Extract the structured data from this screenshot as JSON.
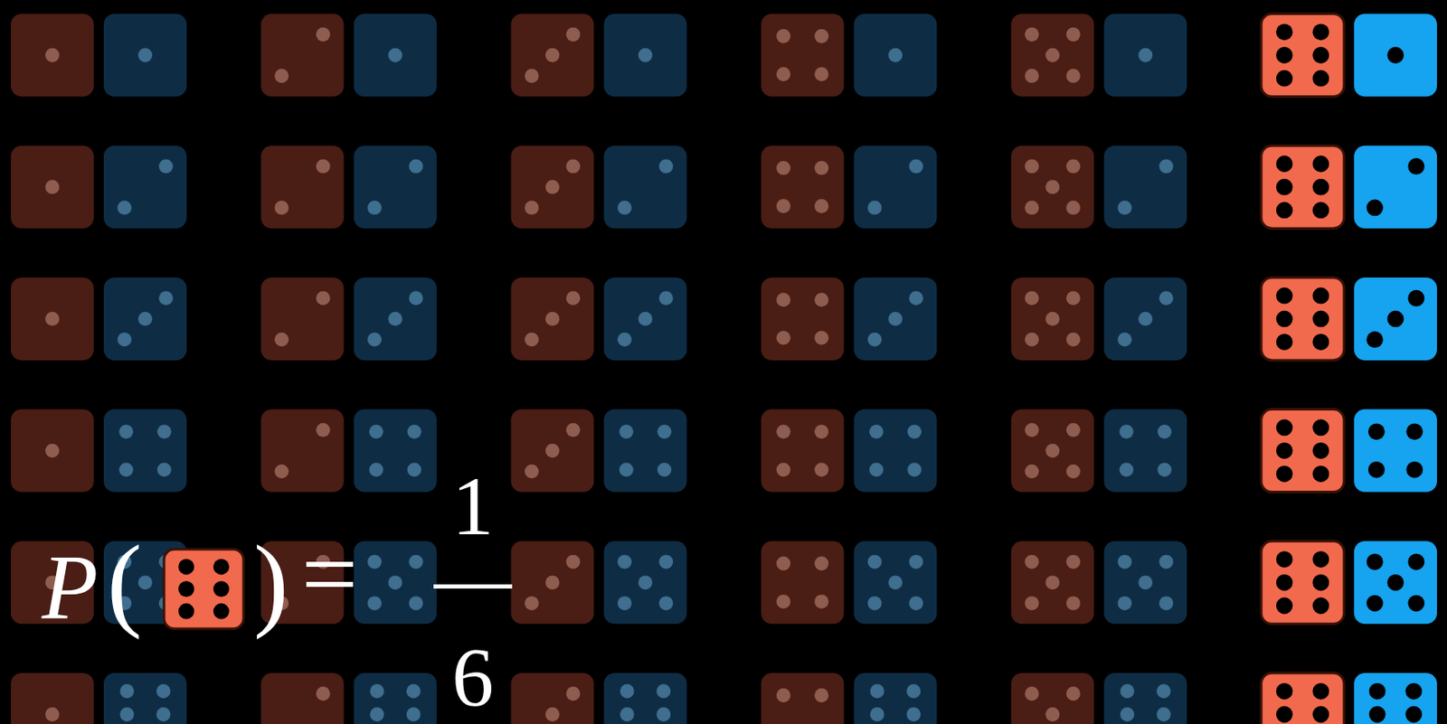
{
  "diagram": {
    "labels": [
      "P",
      "(",
      ")",
      "=",
      "1",
      "6"
    ]
  }
}
